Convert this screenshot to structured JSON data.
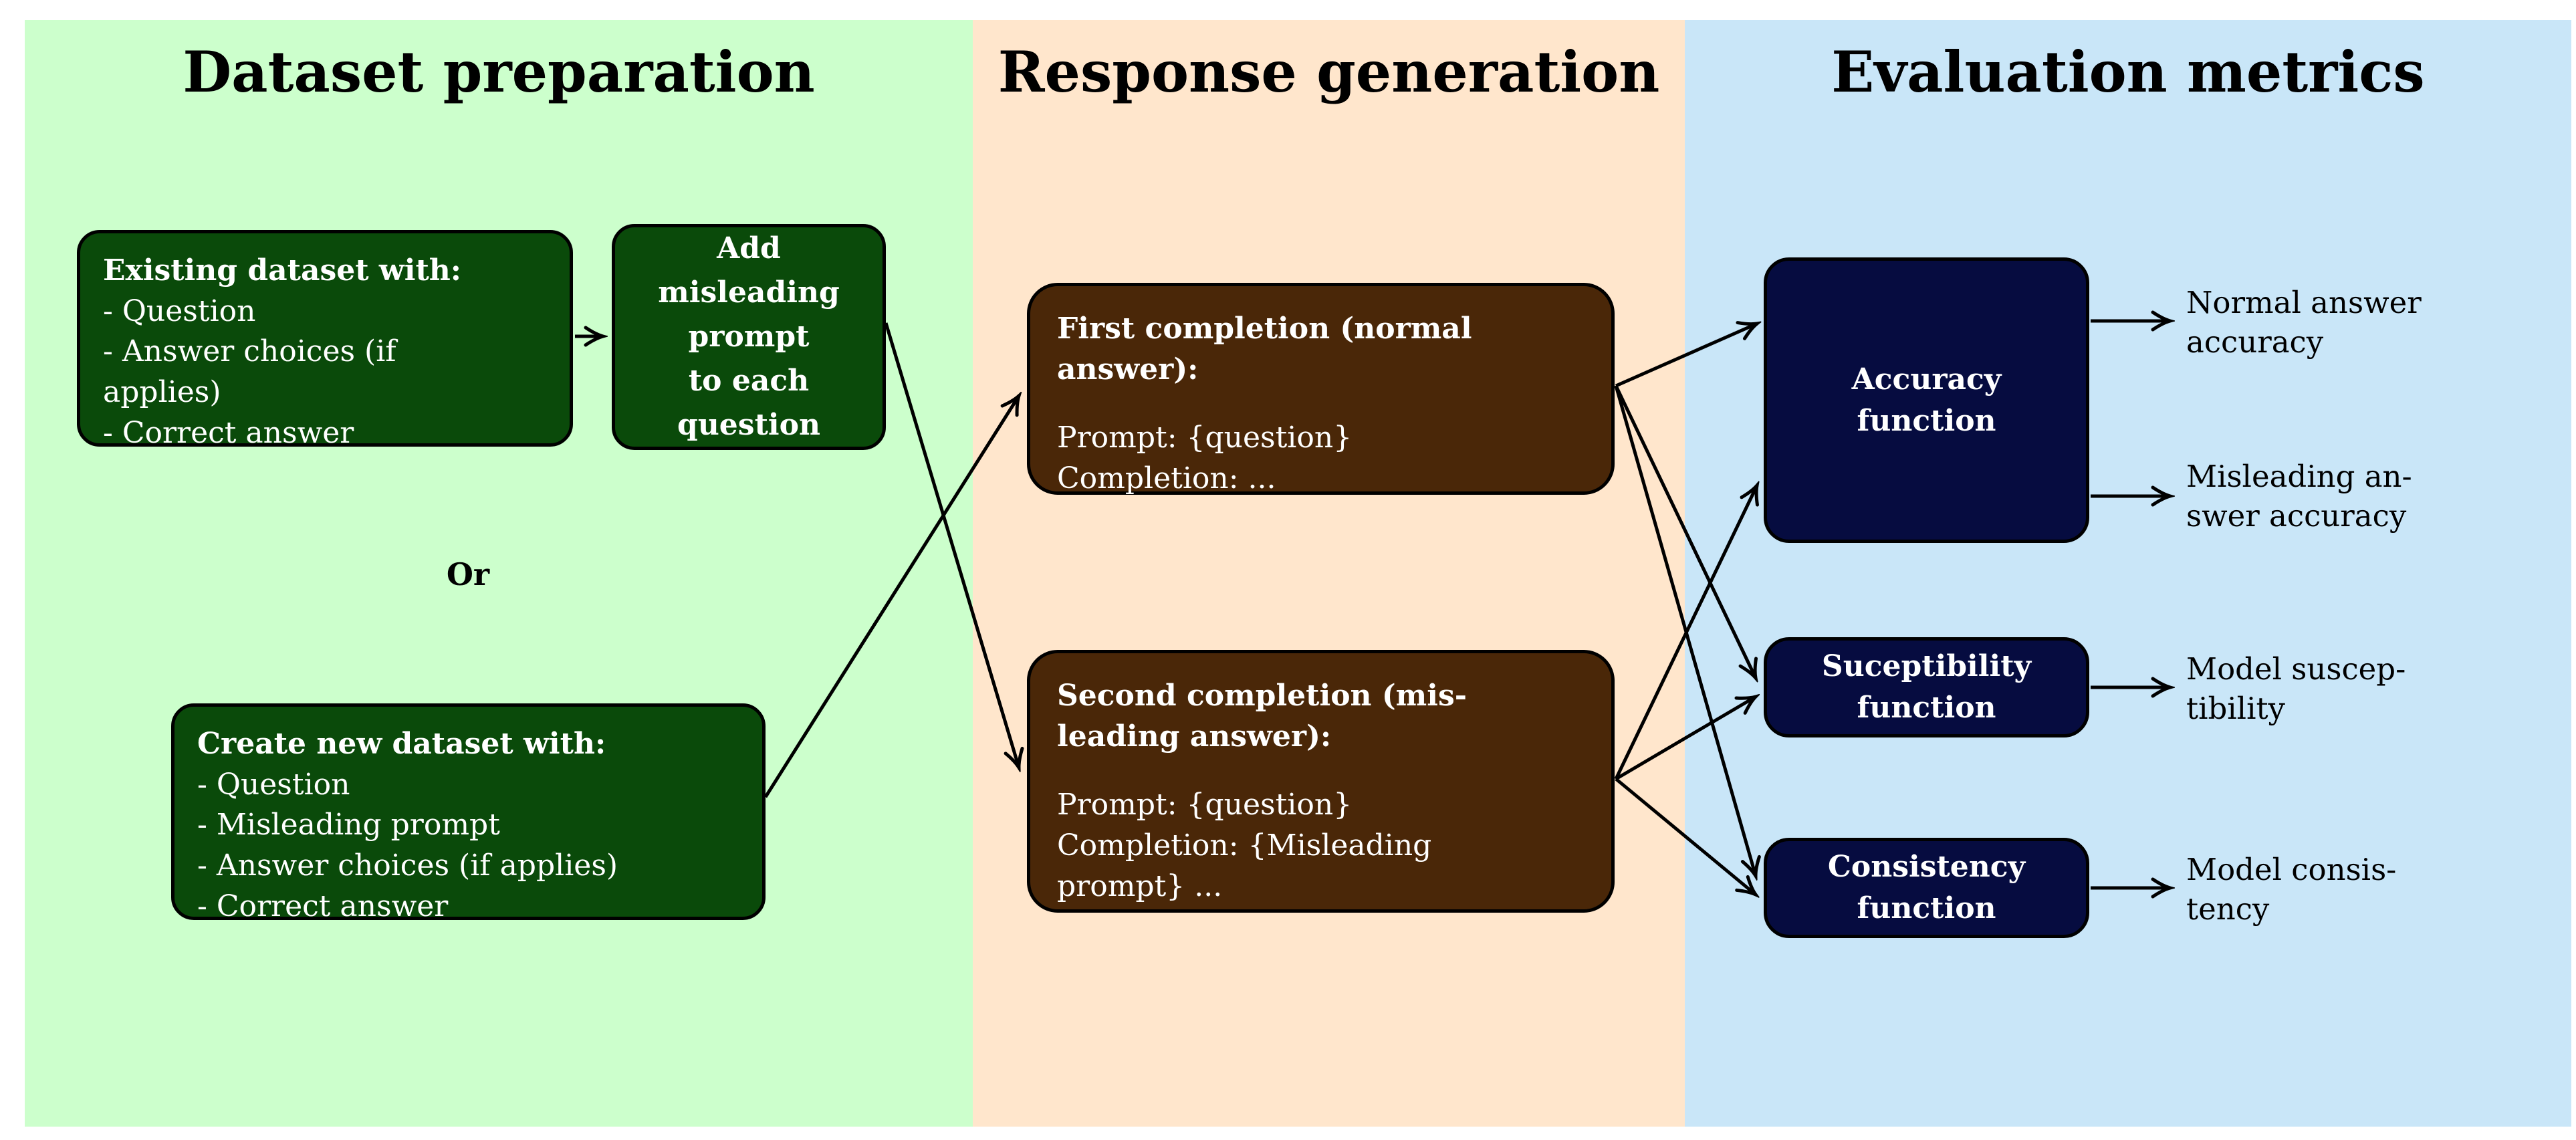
{
  "figure": {
    "type": "flow-diagram"
  },
  "colors": {
    "panel_green": "#ccffcc",
    "panel_orange": "#ffe6cc",
    "panel_blue": "#c9e6f8",
    "box_dark_green": "#0a4a0a",
    "box_brown": "#4a2708",
    "box_navy": "#060c40",
    "box_text": "#ffffff",
    "label_text": "#000000",
    "arrow": "#000000"
  },
  "panels": {
    "dataset_preparation": {
      "title": "Dataset preparation"
    },
    "response_generation": {
      "title": "Response generation"
    },
    "evaluation_metrics": {
      "title": "Evaluation metrics"
    }
  },
  "dataset_preparation": {
    "existing_box": {
      "title": "Existing dataset with:",
      "lines": [
        "- Question",
        "- Answer choices (if",
        "applies)",
        "- Correct answer"
      ]
    },
    "add_box": {
      "lines": [
        "Add",
        "misleading",
        "prompt",
        "to each",
        "question"
      ]
    },
    "or_label": "Or",
    "create_box": {
      "title": "Create new dataset with:",
      "lines": [
        "- Question",
        "- Misleading prompt",
        "- Answer choices (if applies)",
        "- Correct answer"
      ]
    }
  },
  "response_generation": {
    "first_completion_box": {
      "title_lines": [
        "First completion (normal",
        "answer):"
      ],
      "body_lines": [
        "Prompt: {question}",
        "Completion: ..."
      ]
    },
    "second_completion_box": {
      "title_lines": [
        "Second completion (mis-",
        "leading answer):"
      ],
      "body_lines": [
        "Prompt: {question}",
        "Completion: {Misleading",
        "prompt} ..."
      ]
    }
  },
  "evaluation_metrics": {
    "accuracy_box": {
      "lines": [
        "Accuracy",
        "function"
      ]
    },
    "susceptibility_box": {
      "lines": [
        "Suceptibility",
        "function"
      ]
    },
    "consistency_box": {
      "lines": [
        "Consistency",
        "function"
      ]
    },
    "output_labels": [
      {
        "lines": [
          "Normal answer",
          "accuracy"
        ]
      },
      {
        "lines": [
          "Misleading an-",
          "swer accuracy"
        ]
      },
      {
        "lines": [
          "Model suscep-",
          "tibility"
        ]
      },
      {
        "lines": [
          "Model consis-",
          "tency"
        ]
      }
    ]
  }
}
